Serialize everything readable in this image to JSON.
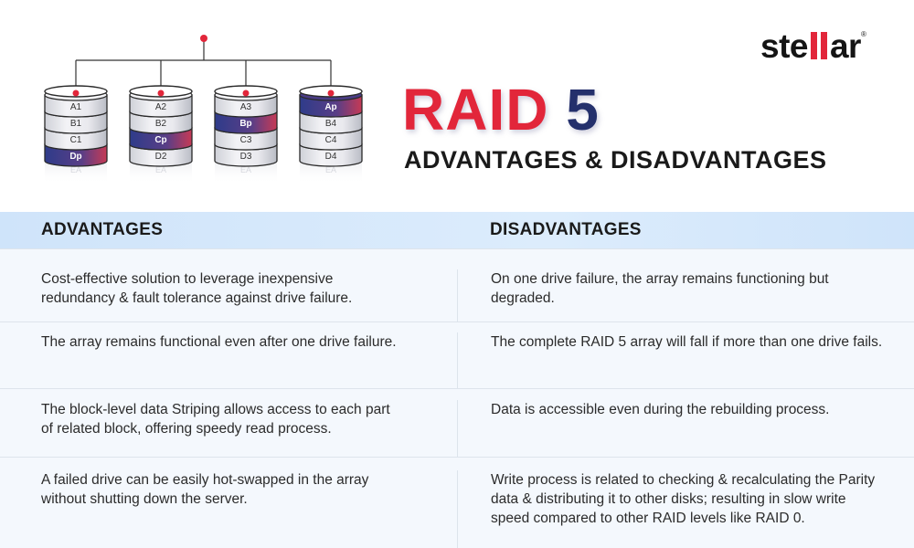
{
  "brand": {
    "logo_left": "ste",
    "logo_right": "ar",
    "registered": "®",
    "red": "#e2263a",
    "navy": "#24306c"
  },
  "title": {
    "part1": "RAID",
    "part2": "5",
    "subtitle": "ADVANTAGES & DISADVANTAGES"
  },
  "diagram": {
    "disks": [
      {
        "blocks": [
          {
            "label": "A1",
            "parity": false
          },
          {
            "label": "B1",
            "parity": false
          },
          {
            "label": "C1",
            "parity": false
          },
          {
            "label": "Dp",
            "parity": true
          }
        ],
        "reflection": "EA"
      },
      {
        "blocks": [
          {
            "label": "A2",
            "parity": false
          },
          {
            "label": "B2",
            "parity": false
          },
          {
            "label": "Cp",
            "parity": true
          },
          {
            "label": "D2",
            "parity": false
          }
        ],
        "reflection": "EA"
      },
      {
        "blocks": [
          {
            "label": "A3",
            "parity": false
          },
          {
            "label": "Bp",
            "parity": true
          },
          {
            "label": "C3",
            "parity": false
          },
          {
            "label": "D3",
            "parity": false
          }
        ],
        "reflection": "EA"
      },
      {
        "blocks": [
          {
            "label": "Ap",
            "parity": true
          },
          {
            "label": "B4",
            "parity": false
          },
          {
            "label": "C4",
            "parity": false
          },
          {
            "label": "D4",
            "parity": false
          }
        ],
        "reflection": "EA"
      }
    ]
  },
  "table": {
    "headers": {
      "advantages": "ADVANTAGES",
      "disadvantages": "DISADVANTAGES"
    },
    "rows": [
      {
        "advantage": "Cost-effective solution to leverage inexpensive redundancy & fault tolerance against drive failure.",
        "disadvantage": "On one drive failure, the array remains functioning but degraded."
      },
      {
        "advantage": "The array remains functional even after one drive failure.",
        "disadvantage": "The complete RAID 5 array will fall if more than one drive fails."
      },
      {
        "advantage": "The block-level data Striping allows access to each part of related block, offering speedy read process.",
        "disadvantage": "Data is accessible even during the rebuilding process."
      },
      {
        "advantage": "A failed drive can be easily hot-swapped in the array without shutting down the server.",
        "disadvantage": "Write process is related to checking & recalculating the Parity data & distributing it to other disks; resulting in slow write speed compared to other RAID levels like RAID 0."
      }
    ]
  }
}
